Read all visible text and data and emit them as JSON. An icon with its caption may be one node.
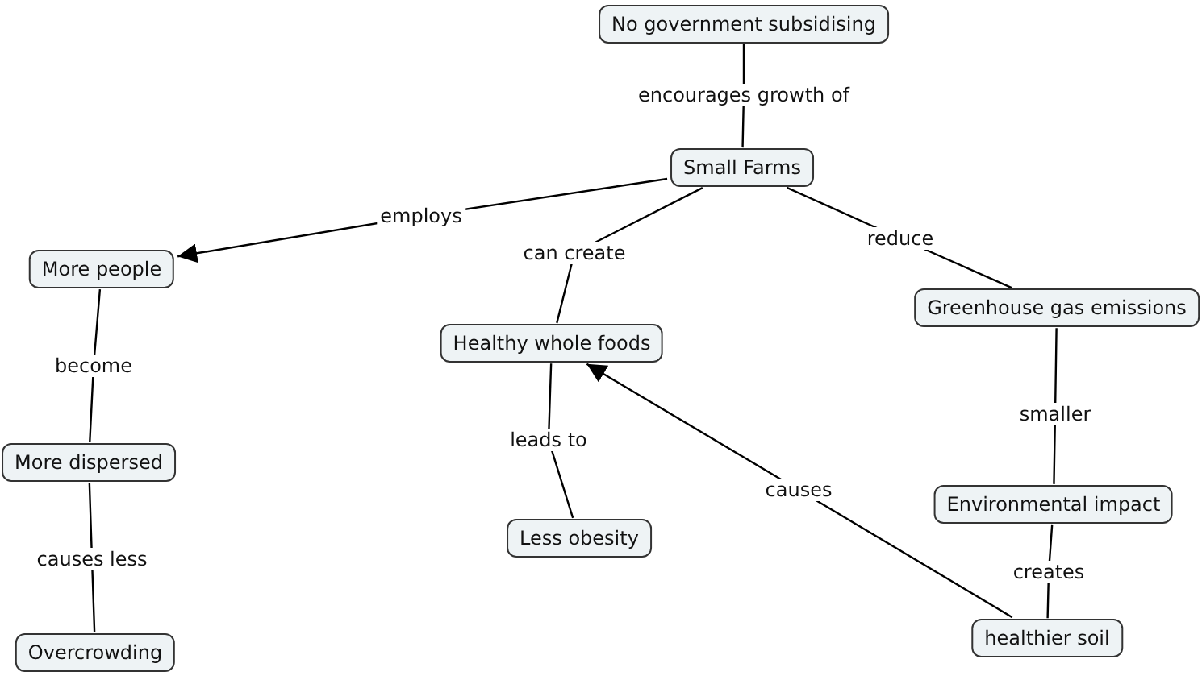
{
  "diagram": {
    "nodes": [
      {
        "text": [
          "No government subsidising"
        ]
      },
      {
        "text": [
          "Small Farms"
        ]
      },
      {
        "text": [
          "More people"
        ]
      },
      {
        "text": [
          "Healthy whole foods"
        ]
      },
      {
        "text": [
          "Greenhouse gas emissions"
        ]
      },
      {
        "text": [
          "More dispersed"
        ]
      },
      {
        "text": [
          "Less obesity"
        ]
      },
      {
        "text": [
          "Environmental impact"
        ]
      },
      {
        "text": [
          "Overcrowding"
        ]
      },
      {
        "text": [
          "healthier soil"
        ]
      }
    ],
    "edges": [
      {
        "from": 0,
        "to": 1,
        "arrow": "none",
        "label": "encourages growth of"
      },
      {
        "from": 1,
        "to": 2,
        "arrow": "to",
        "label": "employs"
      },
      {
        "from": 1,
        "to": 3,
        "arrow": "none",
        "label": "can create"
      },
      {
        "from": 1,
        "to": 4,
        "arrow": "none",
        "label": "reduce"
      },
      {
        "from": 2,
        "to": 5,
        "arrow": "none",
        "label": "become"
      },
      {
        "from": 5,
        "to": 8,
        "arrow": "none",
        "label": "causes less"
      },
      {
        "from": 3,
        "to": 6,
        "arrow": "none",
        "label": "leads to"
      },
      {
        "from": 4,
        "to": 7,
        "arrow": "none",
        "label": "smaller"
      },
      {
        "from": 7,
        "to": 9,
        "arrow": "none",
        "label": "creates"
      },
      {
        "from": 9,
        "to": 3,
        "arrow": "to",
        "label": "causes"
      }
    ]
  }
}
